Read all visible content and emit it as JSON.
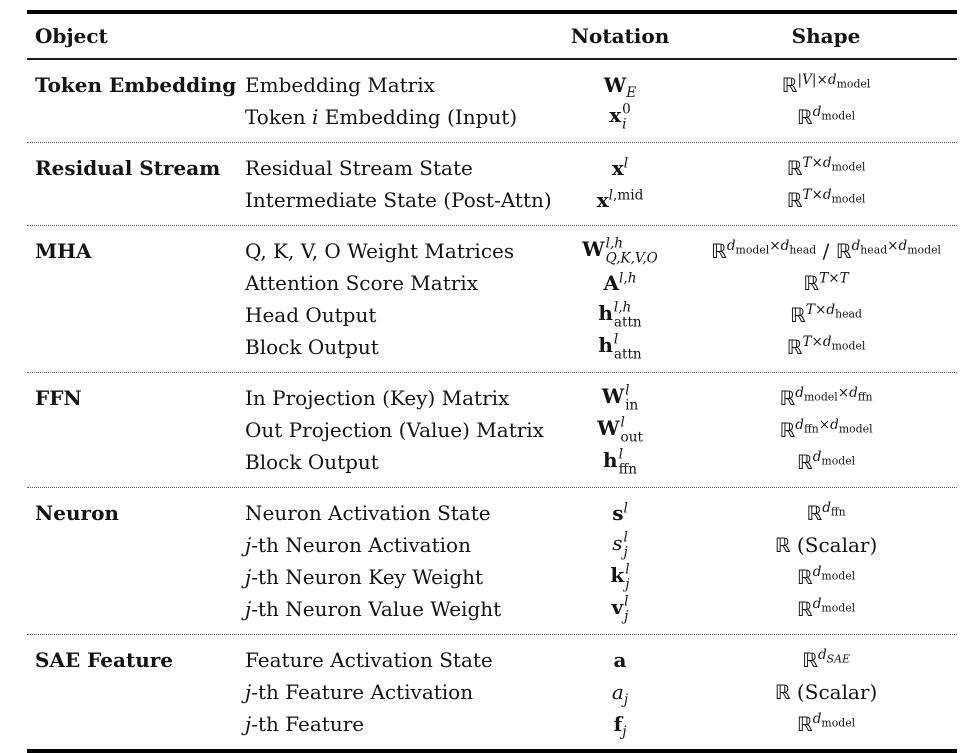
{
  "colors": {
    "background": "#ffffff",
    "text": "#141414",
    "rule": "#000000",
    "section_divider": "#555555"
  },
  "header": {
    "object": "Object",
    "notation": "Notation",
    "shape": "Shape"
  },
  "table": {
    "sections": [
      {
        "object": "Token Embedding",
        "rows": [
          {
            "desc_html": "Embedding Matrix",
            "notation_html": "<b>W</b><sub><i>E</i></sub>",
            "shape_html": "<span class='bb'>&#8477;</span><sup>|<i>V</i>|&#215;<i>d</i><sub>model</sub></sup>"
          },
          {
            "desc_html": "Token <i>i</i> Embedding (Input)",
            "notation_html": "<b>x</b><span class='stk'><span>0</span><span><i>i</i></span></span>",
            "shape_html": "<span class='bb'>&#8477;</span><sup><i>d</i><sub>model</sub></sup>"
          }
        ]
      },
      {
        "object": "Residual Stream",
        "rows": [
          {
            "desc_html": "Residual Stream State",
            "notation_html": "<b>x</b><sup><i>l</i></sup>",
            "shape_html": "<span class='bb'>&#8477;</span><sup><i>T</i>&#215;<i>d</i><sub>model</sub></sup>"
          },
          {
            "desc_html": "Intermediate State (Post-Attn)",
            "notation_html": "<b>x</b><sup><i>l</i>,mid</sup>",
            "shape_html": "<span class='bb'>&#8477;</span><sup><i>T</i>&#215;<i>d</i><sub>model</sub></sup>"
          }
        ]
      },
      {
        "object": "MHA",
        "rows": [
          {
            "desc_html": "Q, K, V, O Weight Matrices",
            "notation_html": "<b>W</b><span class='stk'><span><i>l,h</i></span><span><i>Q,K,V,O</i></span></span>",
            "shape_html": "<span class='bb'>&#8477;</span><sup><i>d</i><sub>model</sub>&#215;<i>d</i><sub>head</sub></sup> / <span class='bb'>&#8477;</span><sup><i>d</i><sub>head</sub>&#215;<i>d</i><sub>model</sub></sup>"
          },
          {
            "desc_html": "Attention Score Matrix",
            "notation_html": "<b>A</b><sup><i>l,h</i></sup>",
            "shape_html": "<span class='bb'>&#8477;</span><sup><i>T</i>&#215;<i>T</i></sup>"
          },
          {
            "desc_html": "Head Output",
            "notation_html": "<b>h</b><span class='stk'><span><i>l,h</i></span><span>attn</span></span>",
            "shape_html": "<span class='bb'>&#8477;</span><sup><i>T</i>&#215;<i>d</i><sub>head</sub></sup>"
          },
          {
            "desc_html": "Block Output",
            "notation_html": "<b>h</b><span class='stk'><span><i>l</i></span><span>attn</span></span>",
            "shape_html": "<span class='bb'>&#8477;</span><sup><i>T</i>&#215;<i>d</i><sub>model</sub></sup>"
          }
        ]
      },
      {
        "object": "FFN",
        "rows": [
          {
            "desc_html": "In Projection (Key) Matrix",
            "notation_html": "<b>W</b><span class='stk'><span><i>l</i></span><span>in</span></span>",
            "shape_html": "<span class='bb'>&#8477;</span><sup><i>d</i><sub>model</sub>&#215;<i>d</i><sub>ffn</sub></sup>"
          },
          {
            "desc_html": "Out Projection (Value) Matrix",
            "notation_html": "<b>W</b><span class='stk'><span><i>l</i></span><span>out</span></span>",
            "shape_html": "<span class='bb'>&#8477;</span><sup><i>d</i><sub>ffn</sub>&#215;<i>d</i><sub>model</sub></sup>"
          },
          {
            "desc_html": "Block Output",
            "notation_html": "<b>h</b><span class='stk'><span><i>l</i></span><span>ffn</span></span>",
            "shape_html": "<span class='bb'>&#8477;</span><sup><i>d</i><sub>model</sub></sup>"
          }
        ]
      },
      {
        "object": "Neuron",
        "rows": [
          {
            "desc_html": "Neuron Activation State",
            "notation_html": "<b>s</b><sup><i>l</i></sup>",
            "shape_html": "<span class='bb'>&#8477;</span><sup><i>d</i><sub>ffn</sub></sup>"
          },
          {
            "desc_html": "<i>j</i>-th Neuron Activation",
            "notation_html": "<i>s</i><span class='stk'><span><i>l</i></span><span><i>j</i></span></span>",
            "shape_html": "<span class='bb'>&#8477;</span> (Scalar)"
          },
          {
            "desc_html": "<i>j</i>-th Neuron Key Weight",
            "notation_html": "<b>k</b><span class='stk'><span><i>l</i></span><span><i>j</i></span></span>",
            "shape_html": "<span class='bb'>&#8477;</span><sup><i>d</i><sub>model</sub></sup>"
          },
          {
            "desc_html": "<i>j</i>-th Neuron Value Weight",
            "notation_html": "<b>v</b><span class='stk'><span><i>l</i></span><span><i>j</i></span></span>",
            "shape_html": "<span class='bb'>&#8477;</span><sup><i>d</i><sub>model</sub></sup>"
          }
        ]
      },
      {
        "object": "SAE Feature",
        "rows": [
          {
            "desc_html": "Feature Activation State",
            "notation_html": "<b>a</b>",
            "shape_html": "<span class='bb'>&#8477;</span><sup><i>d<sub>SAE</sub></i></sup>"
          },
          {
            "desc_html": "<i>j</i>-th Feature Activation",
            "notation_html": "<i>a</i><sub><i>j</i></sub>",
            "shape_html": "<span class='bb'>&#8477;</span> (Scalar)"
          },
          {
            "desc_html": "<i>j</i>-th Feature",
            "notation_html": "<b>f</b><sub><i>j</i></sub>",
            "shape_html": "<span class='bb'>&#8477;</span><sup><i>d</i><sub>model</sub></sup>"
          }
        ]
      }
    ]
  }
}
